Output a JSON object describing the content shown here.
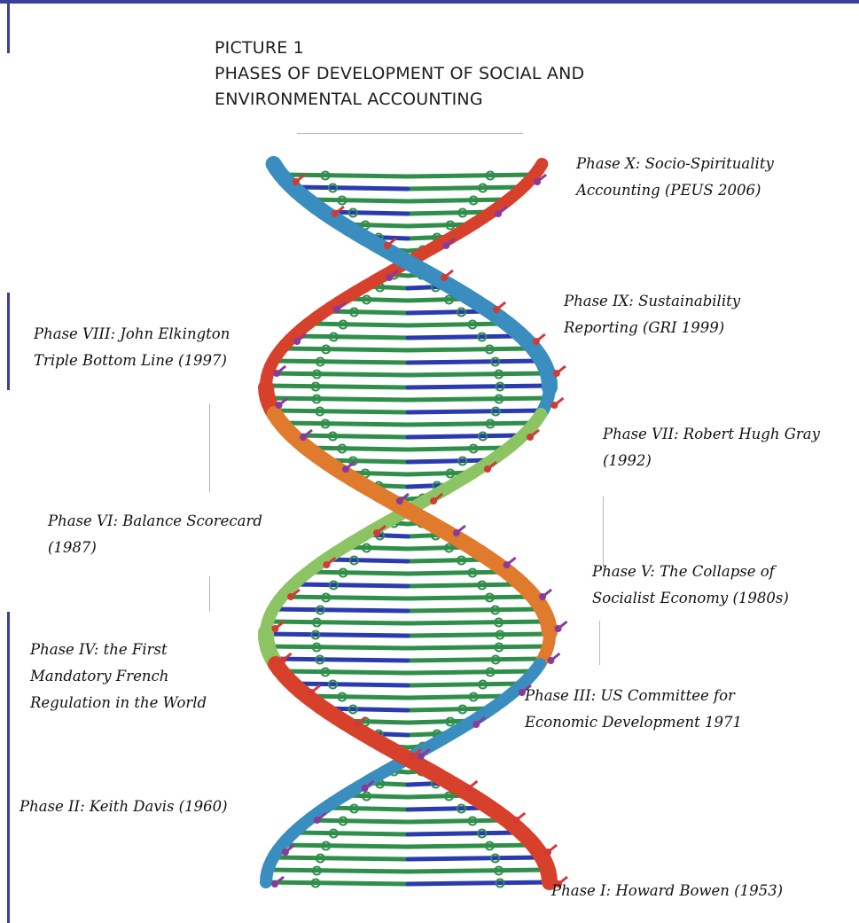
{
  "figure": {
    "label": "PICTURE 1",
    "title_line1": "PHASES OF DEVELOPMENT OF SOCIAL AND",
    "title_line2": "ENVIRONMENTAL ACCOUNTING"
  },
  "phases": {
    "p10": {
      "line1": "Phase X: Socio-Spirituality",
      "line2": "Accounting (PEUS 2006)"
    },
    "p9": {
      "line1": "Phase IX: Sustainability",
      "line2": "Reporting (GRI 1999)"
    },
    "p8": {
      "line1": "Phase VIII: John Elkington",
      "line2": "Triple Bottom Line (1997)"
    },
    "p7": {
      "line1": "Phase VII: Robert Hugh Gray",
      "line2": "(1992)"
    },
    "p6": {
      "line1": "Phase VI: Balance Scorecard",
      "line2": "(1987)"
    },
    "p5": {
      "line1": "Phase V: The Collapse of",
      "line2": "Socialist Economy (1980s)"
    },
    "p4": {
      "line1": "Phase IV: the First",
      "line2": "Mandatory French",
      "line3": "Regulation in the World"
    },
    "p3": {
      "line1": "Phase III: US Committee for",
      "line2": "Economic Development 1971"
    },
    "p2": {
      "line1": "Phase II: Keith Davis (1960)"
    },
    "p1": {
      "line1": "Phase I: Howard Bowen (1953)"
    }
  },
  "colors": {
    "frame": "#3b3f9b",
    "backbone_red": "#d7412b",
    "backbone_orange": "#e07a2d",
    "backbone_blue": "#3a8dbf",
    "backbone_green": "#8cc464",
    "base_green": "#2f8f4a",
    "base_blue": "#2a3bb0",
    "atom_red": "#d23a36",
    "atom_purple": "#8a3a9a"
  }
}
